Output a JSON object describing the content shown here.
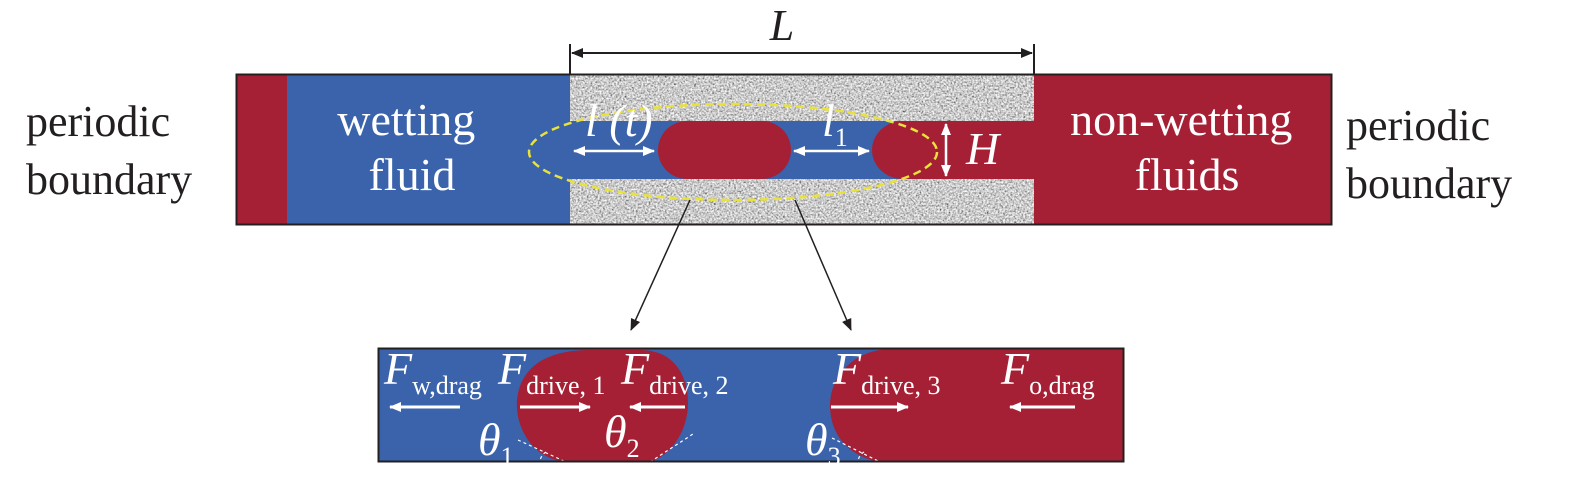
{
  "colors": {
    "wetting": "#3a63ac",
    "nonwetting": "#a52035",
    "porous": "#9a9a9a",
    "ellipse": "#e8e23a",
    "line": "#231f20"
  },
  "labels": {
    "left_boundary": [
      "periodic",
      "boundary"
    ],
    "right_boundary": [
      "periodic",
      "boundary"
    ],
    "wetting": [
      "wetting",
      "fluid"
    ],
    "nonwetting": [
      "non-wetting",
      "fluids"
    ],
    "L": "L",
    "l_t": "l (t)",
    "l1": {
      "main": "l",
      "sub": "1"
    },
    "H": "H"
  },
  "forces": {
    "w_drag": {
      "main": "F",
      "sub": "w,drag"
    },
    "drive1": {
      "main": "F",
      "sub": "drive, 1"
    },
    "drive2": {
      "main": "F",
      "sub": "drive, 2"
    },
    "drive3": {
      "main": "F",
      "sub": "drive, 3"
    },
    "o_drag": {
      "main": "F",
      "sub": "o,drag"
    }
  },
  "angles": {
    "theta1": {
      "main": "θ",
      "sub": "1"
    },
    "theta2": {
      "main": "θ",
      "sub": "2"
    },
    "theta3": {
      "main": "θ",
      "sub": "3"
    }
  }
}
